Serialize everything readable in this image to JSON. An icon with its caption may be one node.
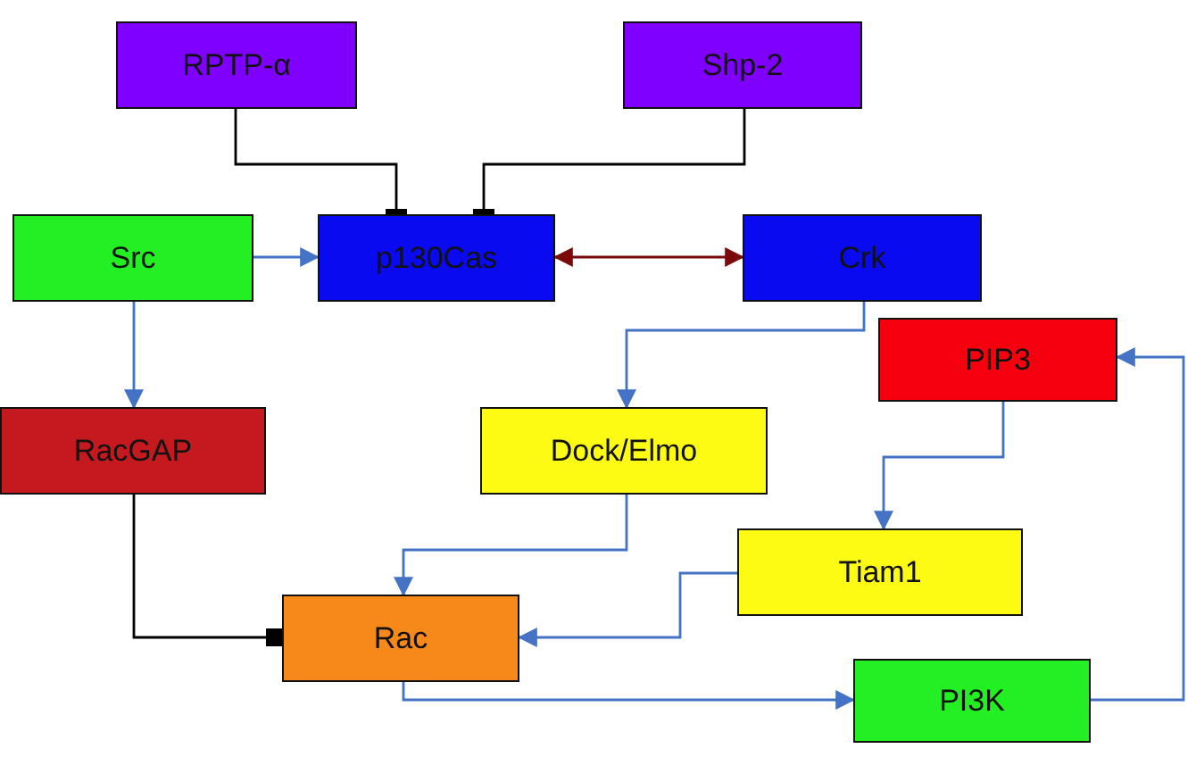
{
  "diagram": {
    "nodes": [
      {
        "text": [
          "RPTP-α"
        ]
      },
      {
        "text": [
          "Shp-2"
        ]
      },
      {
        "text": [
          "Src"
        ]
      },
      {
        "text": [
          "p130Cas"
        ]
      },
      {
        "text": [
          "Crk"
        ]
      },
      {
        "text": [
          "PIP3"
        ]
      },
      {
        "text": [
          "RacGAP"
        ]
      },
      {
        "text": [
          "Dock/Elmo"
        ]
      },
      {
        "text": [
          "Tiam1"
        ]
      },
      {
        "text": [
          "Rac"
        ]
      },
      {
        "text": [
          "PI3K"
        ]
      }
    ],
    "edges": [
      {
        "from": 0,
        "to": 3,
        "arrow": "other",
        "color": "#000000"
      },
      {
        "from": 1,
        "to": 3,
        "arrow": "other",
        "color": "#000000"
      },
      {
        "from": 2,
        "to": 3,
        "arrow": "to"
      },
      {
        "from": 3,
        "to": 4,
        "arrow": "both",
        "color": "#7b0b0b"
      },
      {
        "from": 2,
        "to": 6,
        "arrow": "to"
      },
      {
        "from": 4,
        "to": 7,
        "arrow": "to"
      },
      {
        "from": 5,
        "to": 8,
        "arrow": "to"
      },
      {
        "from": 6,
        "to": 9,
        "arrow": "other",
        "color": "#000000"
      },
      {
        "from": 7,
        "to": 9,
        "arrow": "to"
      },
      {
        "from": 8,
        "to": 9,
        "arrow": "to"
      },
      {
        "from": 9,
        "to": 10,
        "arrow": "to"
      },
      {
        "from": 10,
        "to": 5,
        "arrow": "to"
      }
    ]
  }
}
